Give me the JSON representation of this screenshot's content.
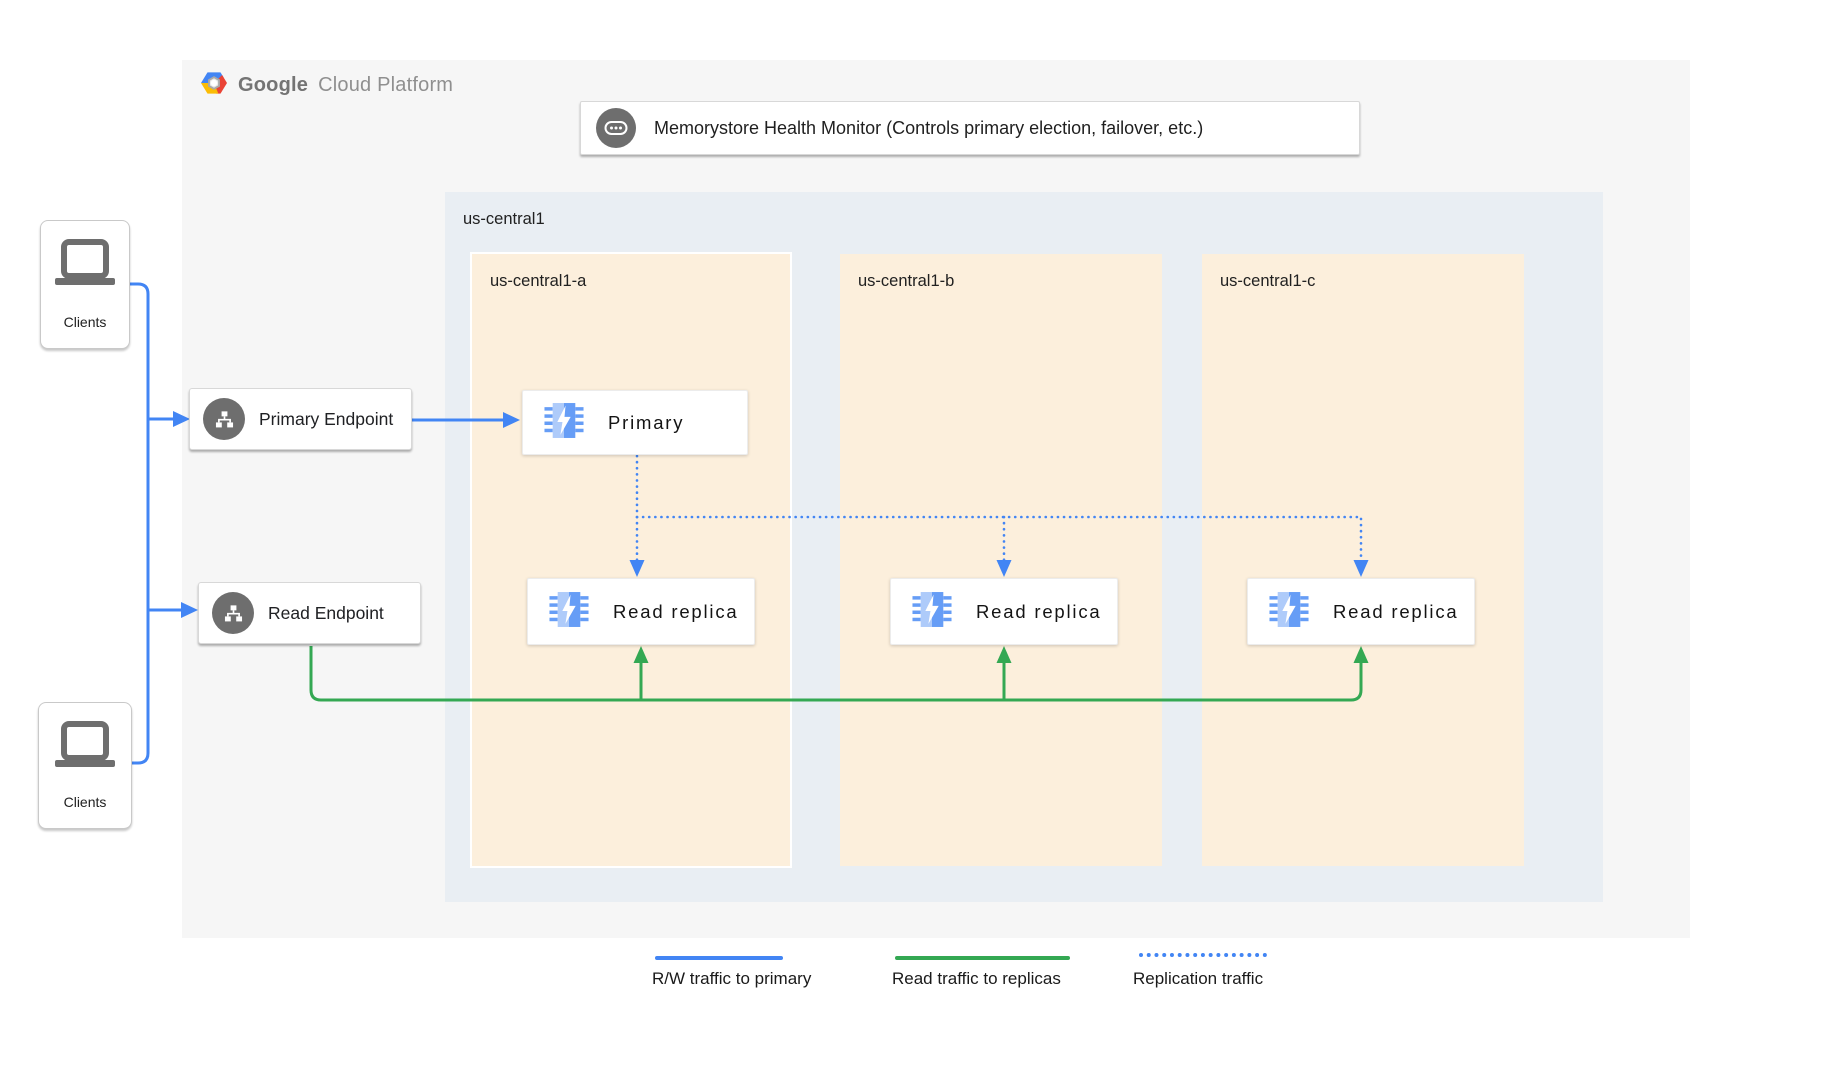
{
  "brand": {
    "bold": "Google",
    "light": "Cloud Platform"
  },
  "monitor": {
    "label": "Memorystore Health Monitor (Controls primary election, failover, etc.)"
  },
  "region": {
    "label": "us-central1",
    "zones": [
      {
        "label": "us-central1-a"
      },
      {
        "label": "us-central1-b"
      },
      {
        "label": "us-central1-c"
      }
    ]
  },
  "nodes": {
    "primary": {
      "label": "Primary"
    },
    "replicas": [
      {
        "label": "Read replica"
      },
      {
        "label": "Read replica"
      },
      {
        "label": "Read replica"
      }
    ]
  },
  "endpoints": {
    "primary": {
      "label": "Primary Endpoint"
    },
    "read": {
      "label": "Read Endpoint"
    }
  },
  "clients": [
    {
      "label": "Clients"
    },
    {
      "label": "Clients"
    }
  ],
  "legend": [
    {
      "label": "R/W traffic to primary",
      "style": "solid",
      "color": "#4285f4"
    },
    {
      "label": "Read traffic to replicas",
      "style": "solid",
      "color": "#34a853"
    },
    {
      "label": "Replication traffic",
      "style": "dotted",
      "color": "#4285f4"
    }
  ],
  "colors": {
    "rw_traffic": "#4285f4",
    "read_traffic": "#34a853",
    "replication_traffic": "#4285f4",
    "panel_fill": "#f6f6f6",
    "region_fill": "#e9eef3",
    "zone_fill": "#fcefdc",
    "icon_gray": "#6e6e6e",
    "memorystore_light": "#aecbfa",
    "memorystore_dark": "#669df6"
  }
}
